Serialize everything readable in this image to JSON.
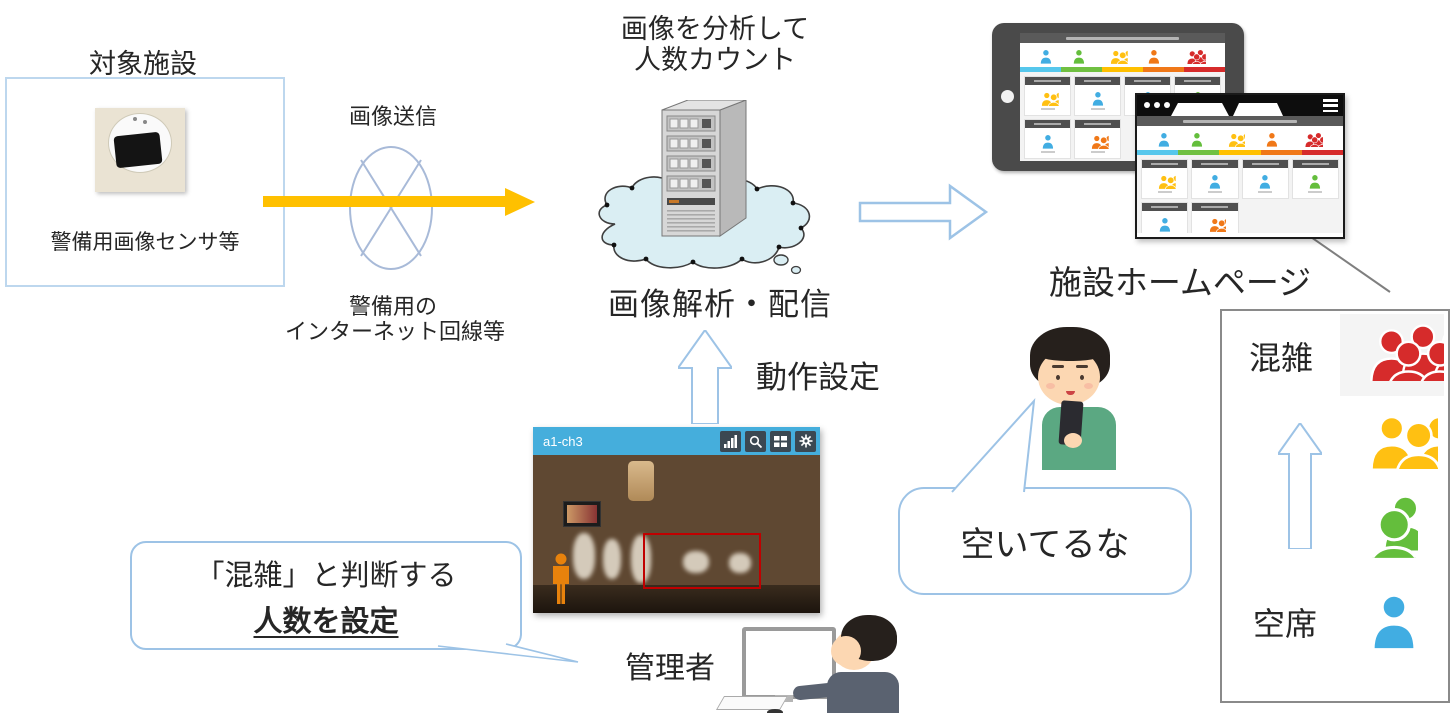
{
  "colors": {
    "accent_blue_border": "#9DC3E6",
    "facility_box_border": "#BDD7EE",
    "arrow_yellow": "#FFC000",
    "cloud_fill": "#DAEEF3",
    "camera_bar_blue": "#45AEDC",
    "pointer_gray": "#7f7f7f",
    "detect_region_red": "#C00000",
    "silhouette_orange": "#E8820C",
    "status_red": "#D62B2B",
    "status_orange": "#F07818",
    "status_yellow": "#FFC012",
    "status_green": "#64BE3C",
    "status_blue": "#41ADE2"
  },
  "facility": {
    "title": "対象施設",
    "sensor_caption": "警備用画像センサ等"
  },
  "transmission": {
    "label": "画像送信",
    "line_caption1": "警備用の",
    "line_caption2": "インターネット回線等"
  },
  "analysis": {
    "caption1": "画像を分析して",
    "caption2": "人数カウント",
    "label": "画像解析・配信"
  },
  "homepage": {
    "label": "施設ホームページ"
  },
  "operation": {
    "label": "動作設定"
  },
  "camera_panel": {
    "title": "a1-ch3",
    "icons": [
      "signal-icon",
      "search-icon",
      "layout-icon",
      "gear-icon"
    ]
  },
  "admin": {
    "bubble_line1": "「混雑」と判断する",
    "bubble_line2": "人数を設定",
    "label": "管理者"
  },
  "visitor": {
    "bubble_text": "空いてるな"
  },
  "legend_panel": {
    "crowded_label": "混雑",
    "vacant_label": "空席",
    "levels": [
      {
        "name": "crowded",
        "color": "#D62B2B",
        "people": 5
      },
      {
        "name": "moderate",
        "color": "#FFC012",
        "people": 3
      },
      {
        "name": "light",
        "color": "#64BE3C",
        "people": 2
      },
      {
        "name": "vacant",
        "color": "#41ADE2",
        "people": 1
      }
    ]
  },
  "dashboard": {
    "legend_icons": [
      {
        "level": "vacant",
        "color": "#41ADE2",
        "count": 1
      },
      {
        "level": "light",
        "color": "#64BE3C",
        "count": 1
      },
      {
        "level": "moderate",
        "color": "#FFC012",
        "count": 3
      },
      {
        "level": "busy",
        "color": "#F07818",
        "count": 1
      },
      {
        "level": "crowded",
        "color": "#D62B2B",
        "count": 5
      }
    ],
    "bar_colors": [
      "#56C7EC",
      "#70C041",
      "#FFC000",
      "#F07818",
      "#D62B2B"
    ],
    "cards": [
      {
        "color": "#FFC012",
        "count": 3
      },
      {
        "color": "#41ADE2",
        "count": 1
      },
      {
        "color": "#41ADE2",
        "count": 1
      },
      {
        "color": "#64BE3C",
        "count": 1
      },
      {
        "color": "#41ADE2",
        "count": 1
      },
      {
        "color": "#F07818",
        "count": 3
      }
    ]
  }
}
